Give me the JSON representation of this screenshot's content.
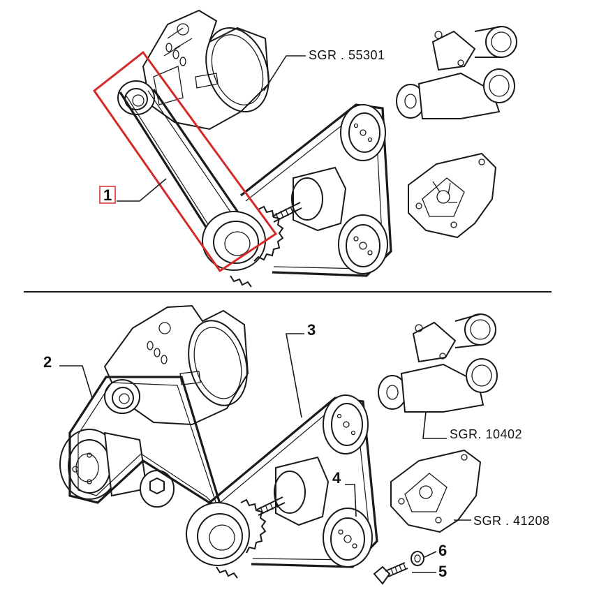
{
  "top_section": {
    "callouts": [
      {
        "number": "1",
        "highlighted": true
      }
    ],
    "references": [
      {
        "code": "SGR . 55301"
      }
    ]
  },
  "bottom_section": {
    "callouts": [
      {
        "number": "2"
      },
      {
        "number": "3"
      },
      {
        "number": "4"
      },
      {
        "number": "5"
      },
      {
        "number": "6"
      }
    ],
    "references": [
      {
        "code": "SGR. 10402"
      },
      {
        "code": "SGR . 41208"
      }
    ]
  },
  "colors": {
    "highlight": "#d42a2a",
    "line_art": "#1a1a1a",
    "background": "#ffffff"
  }
}
